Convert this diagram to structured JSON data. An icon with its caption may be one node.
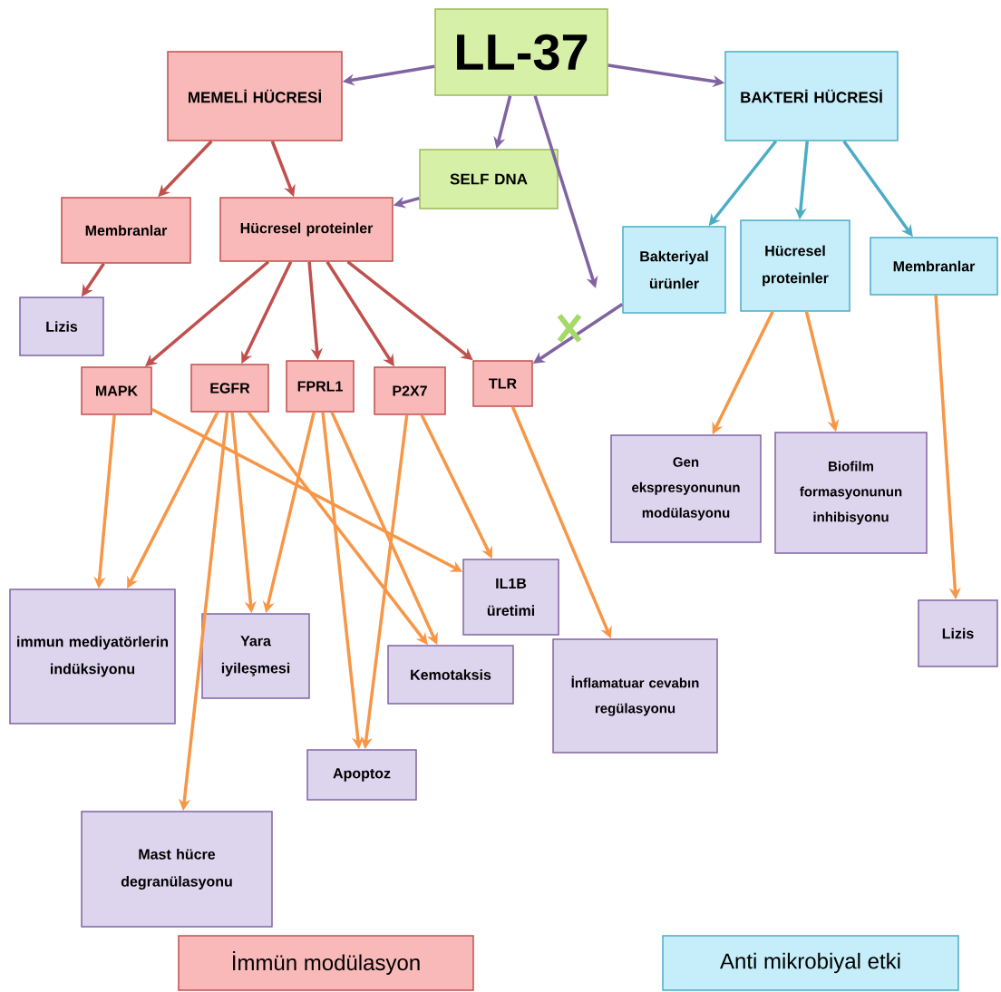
{
  "diagram": {
    "nodes": [
      {
        "text": [
          "LL-37"
        ]
      },
      {
        "text": [
          "MEMELİ  HÜCRESİ"
        ]
      },
      {
        "text": [
          "BAKTERİ  HÜCRESİ"
        ]
      },
      {
        "text": [
          "SELF  DNA"
        ]
      },
      {
        "text": [
          "Membranlar"
        ]
      },
      {
        "text": [
          "Hücresel proteinler"
        ]
      },
      {
        "text": [
          "Bakteriyal ürünler"
        ]
      },
      {
        "text": [
          "Hücresel proteinler"
        ]
      },
      {
        "text": [
          "Membranlar"
        ]
      },
      {
        "text": [
          "Lizis"
        ]
      },
      {
        "text": [
          "MAPK"
        ]
      },
      {
        "text": [
          "EGFR"
        ]
      },
      {
        "text": [
          "FPRL1"
        ]
      },
      {
        "text": [
          "P2X7"
        ]
      },
      {
        "text": [
          "TLR"
        ]
      },
      {
        "text": [
          "Gen ekspresyonunun modülasyonu"
        ]
      },
      {
        "text": [
          "Biofilm formasyonunun inhibisyonu"
        ]
      },
      {
        "text": [
          "IL1B üretimi"
        ]
      },
      {
        "text": [
          "immun mediyatörlerin indüksiyonu"
        ]
      },
      {
        "text": [
          "Yara iyileşmesi"
        ]
      },
      {
        "text": [
          "Kemotaksis"
        ]
      },
      {
        "text": [
          "İnflamatuar cevabın regülasyonu"
        ]
      },
      {
        "text": [
          "Lizis"
        ]
      },
      {
        "text": [
          "Apoptoz"
        ]
      },
      {
        "text": [
          "Mast hücre degranülasyonu"
        ]
      }
    ],
    "edges": [
      {
        "from": 0,
        "to": 1,
        "arrow": "to",
        "color": "#8064a2"
      },
      {
        "from": 0,
        "to": 2,
        "arrow": "to",
        "color": "#8064a2"
      },
      {
        "from": 0,
        "to": 3,
        "arrow": "to",
        "color": "#8064a2"
      },
      {
        "from": 0,
        "to": null,
        "arrow": "to",
        "color": "#8064a2"
      },
      {
        "from": 3,
        "to": 5,
        "arrow": "to",
        "color": "#8064a2"
      },
      {
        "from": 6,
        "to": 14,
        "arrow": "to",
        "color": "#8064a2"
      },
      {
        "from": 1,
        "to": 4,
        "arrow": "to",
        "color": "#c0504d"
      },
      {
        "from": 1,
        "to": 5,
        "arrow": "to",
        "color": "#c0504d"
      },
      {
        "from": 2,
        "to": 6,
        "arrow": "to",
        "color": "#4bacc6"
      },
      {
        "from": 2,
        "to": 7,
        "arrow": "to",
        "color": "#4bacc6"
      },
      {
        "from": 2,
        "to": 8,
        "arrow": "to",
        "color": "#4bacc6"
      },
      {
        "from": 4,
        "to": 9,
        "arrow": "to",
        "color": "#c0504d"
      },
      {
        "from": 5,
        "to": 10,
        "arrow": "to",
        "color": "#c0504d"
      },
      {
        "from": 5,
        "to": 11,
        "arrow": "to",
        "color": "#c0504d"
      },
      {
        "from": 5,
        "to": 12,
        "arrow": "to",
        "color": "#c0504d"
      },
      {
        "from": 5,
        "to": 13,
        "arrow": "to",
        "color": "#c0504d"
      },
      {
        "from": 5,
        "to": 14,
        "arrow": "to",
        "color": "#c0504d"
      },
      {
        "from": 7,
        "to": 15,
        "arrow": "to"
      },
      {
        "from": 7,
        "to": 16,
        "arrow": "to"
      },
      {
        "from": 8,
        "to": 22,
        "arrow": "to"
      },
      {
        "from": 10,
        "to": 18,
        "arrow": "to"
      },
      {
        "from": 10,
        "to": 17,
        "arrow": "to"
      },
      {
        "from": 11,
        "to": 18,
        "arrow": "to"
      },
      {
        "from": 11,
        "to": 19,
        "arrow": "to"
      },
      {
        "from": 11,
        "to": 24,
        "arrow": "to"
      },
      {
        "from": 11,
        "to": 20,
        "arrow": "to"
      },
      {
        "from": 12,
        "to": 19,
        "arrow": "to"
      },
      {
        "from": 12,
        "to": 23,
        "arrow": "to"
      },
      {
        "from": 12,
        "to": 20,
        "arrow": "to"
      },
      {
        "from": 13,
        "to": 23,
        "arrow": "to"
      },
      {
        "from": 13,
        "to": 17,
        "arrow": "to"
      },
      {
        "from": 14,
        "to": 21,
        "arrow": "to"
      }
    ],
    "legend": [
      {
        "text": "İmmün modülasyon",
        "color": "#f9b9b9"
      },
      {
        "text": "Anti mikrobiyal etki",
        "color": "#c5eefa"
      }
    ]
  }
}
